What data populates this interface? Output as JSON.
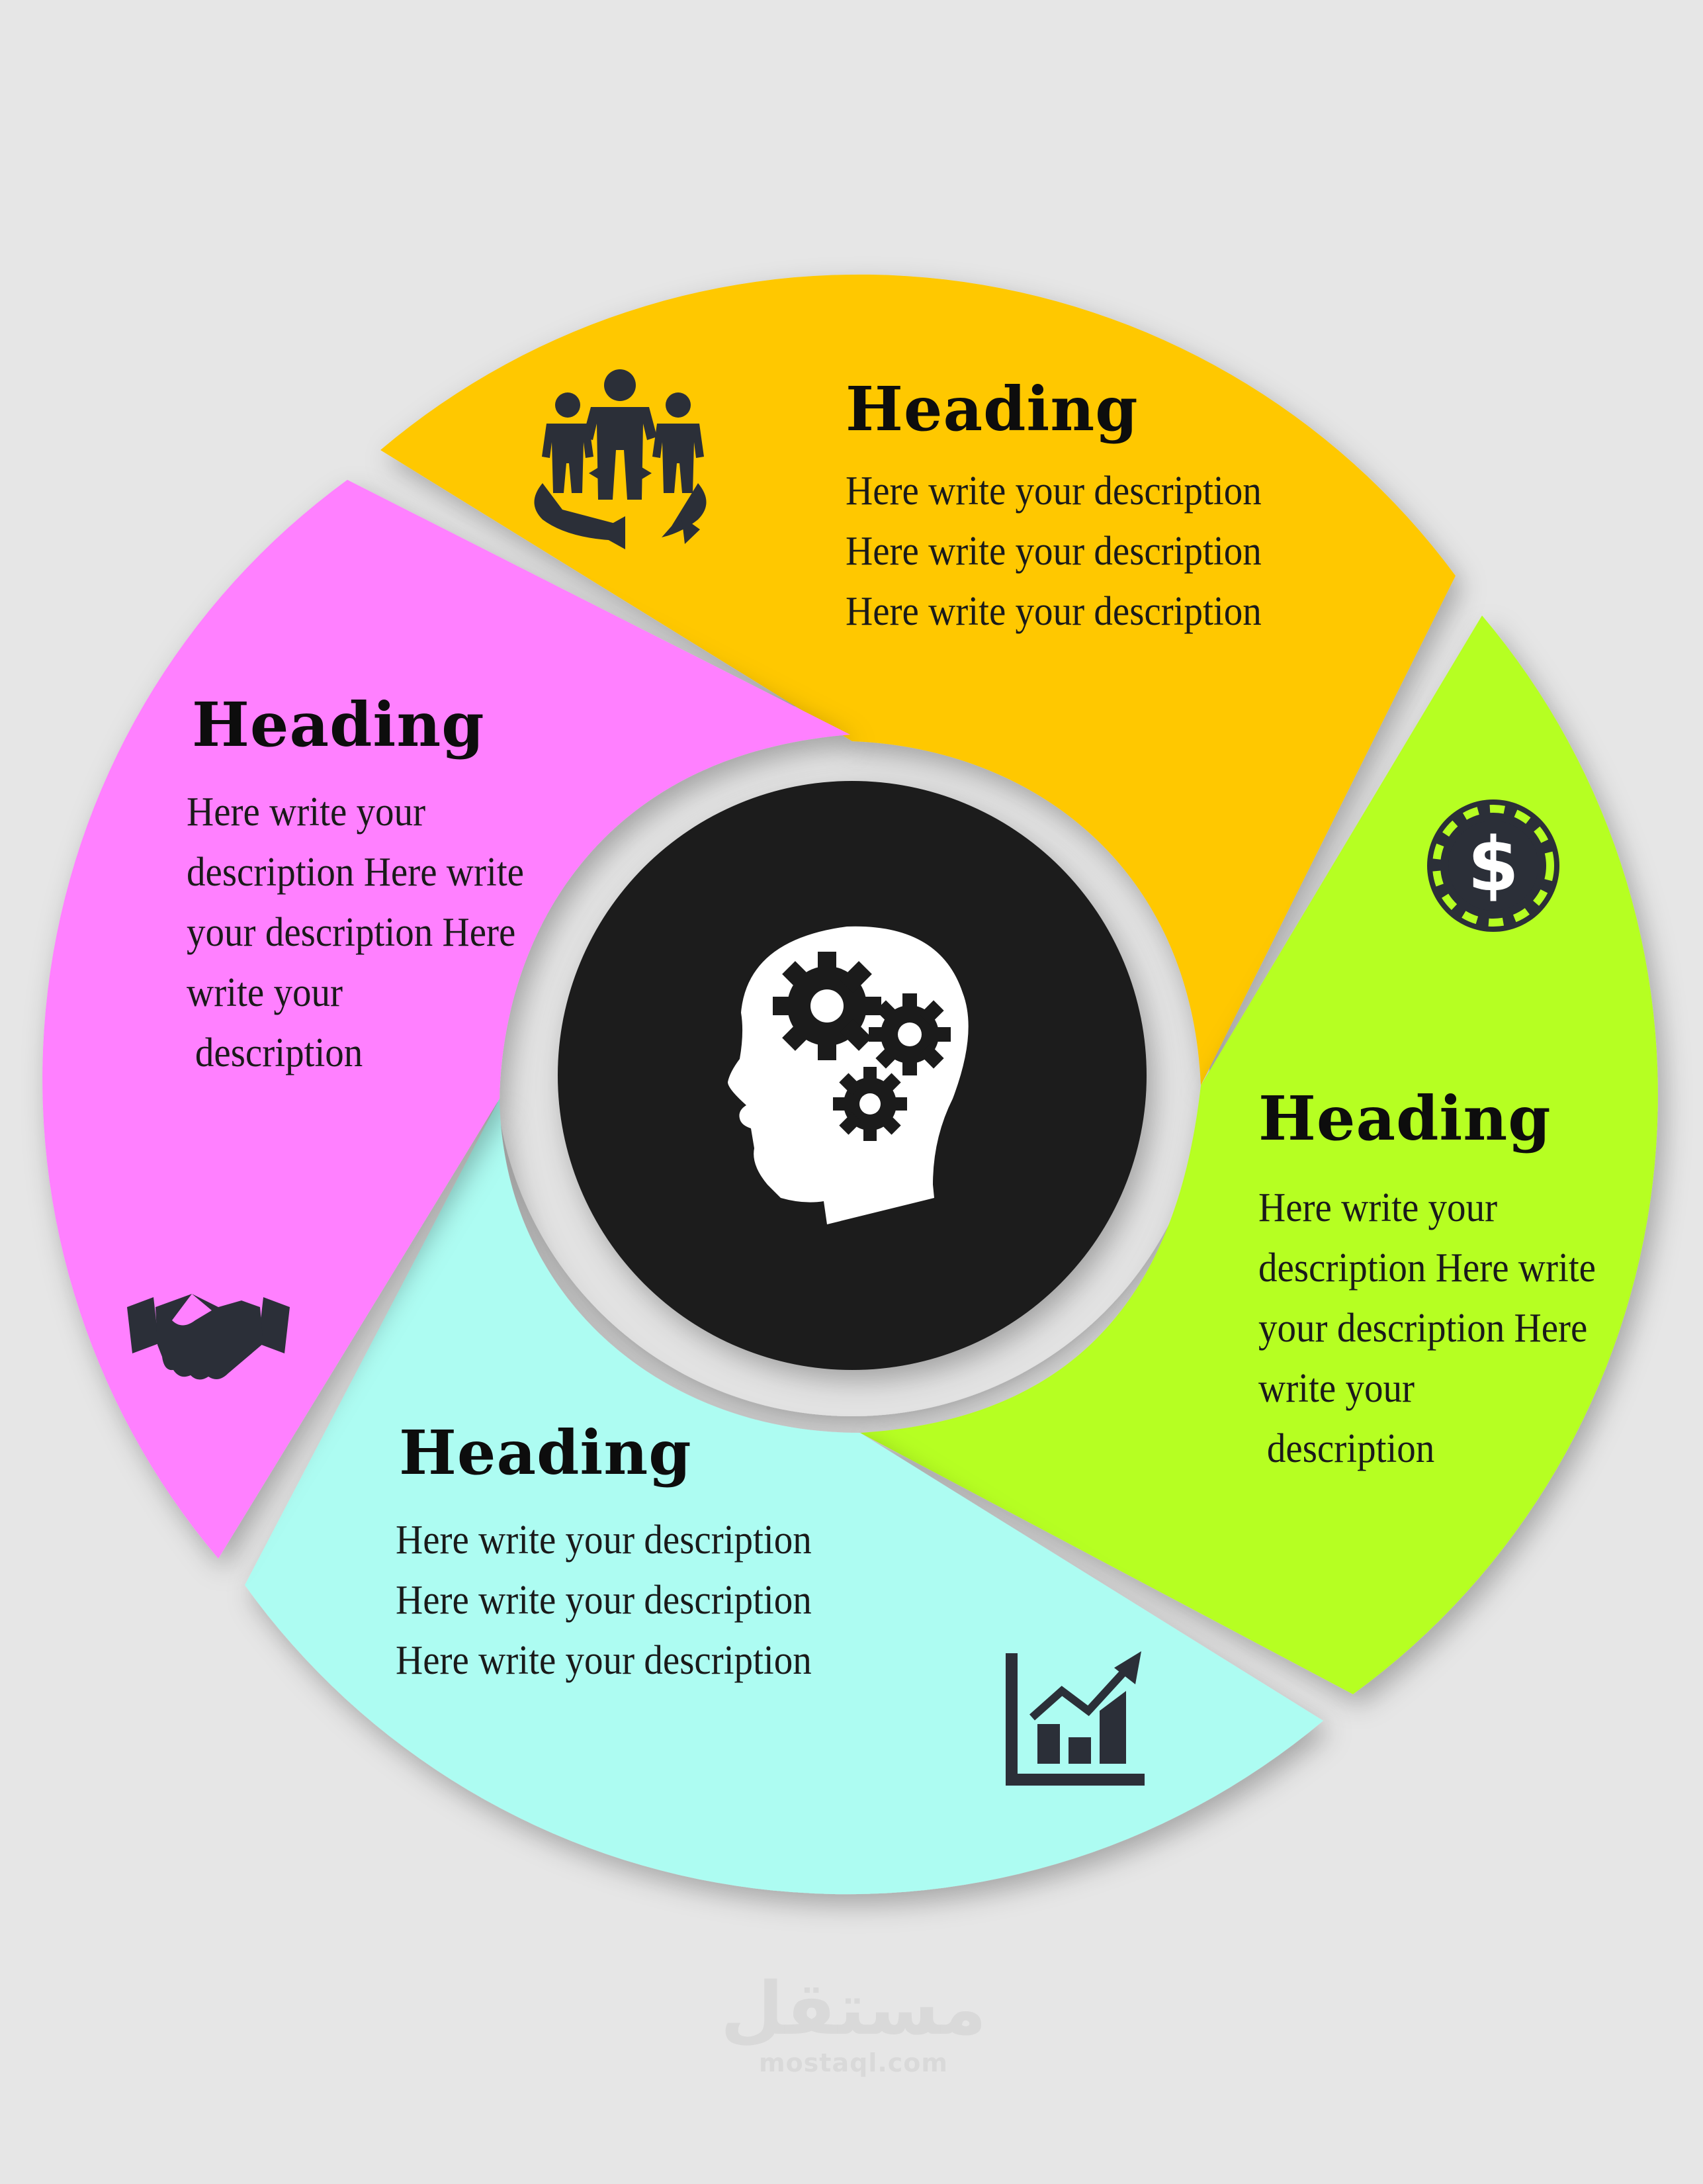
{
  "colors": {
    "background": "#e6e6e6",
    "yellow": "#ffc800",
    "green": "#b6ff22",
    "cyan": "#adfcf2",
    "pink": "#ff80ff",
    "center": "#1b1b1b",
    "icon": "#2b2f38"
  },
  "segments": [
    {
      "id": "top",
      "heading": "Heading",
      "description": [
        "Here write your description",
        "Here write your description",
        "Here write your description"
      ],
      "icon": "team-icon"
    },
    {
      "id": "right",
      "heading": "Heading",
      "description": [
        "Here write your",
        "description Here write",
        "your description Here",
        "write your",
        "description"
      ],
      "icon": "dollar-coin-icon"
    },
    {
      "id": "bottom",
      "heading": "Heading",
      "description": [
        "Here write your description",
        "Here write your description",
        "Here write your description"
      ],
      "icon": "growth-chart-icon"
    },
    {
      "id": "left",
      "heading": "Heading",
      "description": [
        "Here write your",
        "description Here write",
        "your description Here",
        "write your",
        "description"
      ],
      "icon": "handshake-icon"
    }
  ],
  "center": {
    "icon": "head-gears-icon"
  },
  "watermark": {
    "arabic": "مستقل",
    "latin": "mostaql.com"
  }
}
